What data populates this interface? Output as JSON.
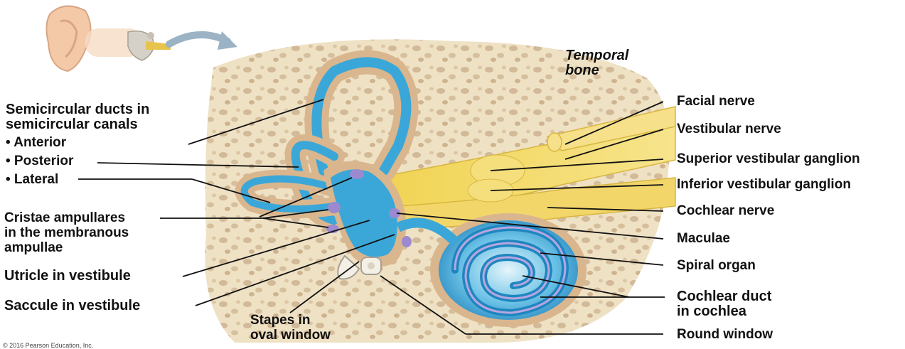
{
  "labels": {
    "temporal_bone": [
      "Temporal",
      "bone"
    ],
    "semicircular_header": [
      "Semicircular ducts in",
      "semicircular canals"
    ],
    "anterior": "• Anterior",
    "posterior": "• Posterior",
    "lateral": "• Lateral",
    "cristae": [
      "Cristae ampullares",
      "in the membranous",
      "ampullae"
    ],
    "utricle": "Utricle in vestibule",
    "saccule": "Saccule in vestibule",
    "stapes": [
      "Stapes in",
      "oval window"
    ],
    "facial_nerve": "Facial nerve",
    "vestibular_nerve": "Vestibular nerve",
    "superior_ganglion": "Superior vestibular ganglion",
    "inferior_ganglion": "Inferior vestibular ganglion",
    "cochlear_nerve": "Cochlear nerve",
    "maculae": "Maculae",
    "spiral_organ": "Spiral organ",
    "cochlear_duct": [
      "Cochlear duct",
      "in cochlea"
    ],
    "round_window": "Round window"
  },
  "copyright": "© 2016 Pearson Education, Inc.",
  "colors": {
    "bone": "#efe2c7",
    "bone_pore": "#c9b08a",
    "canal_outer": "#d9b68e",
    "duct_blue": "#3aa7d8",
    "duct_light": "#aee0f3",
    "nerve": "#f2d35a",
    "macula": "#9b8ad0",
    "leader": "#111111"
  }
}
